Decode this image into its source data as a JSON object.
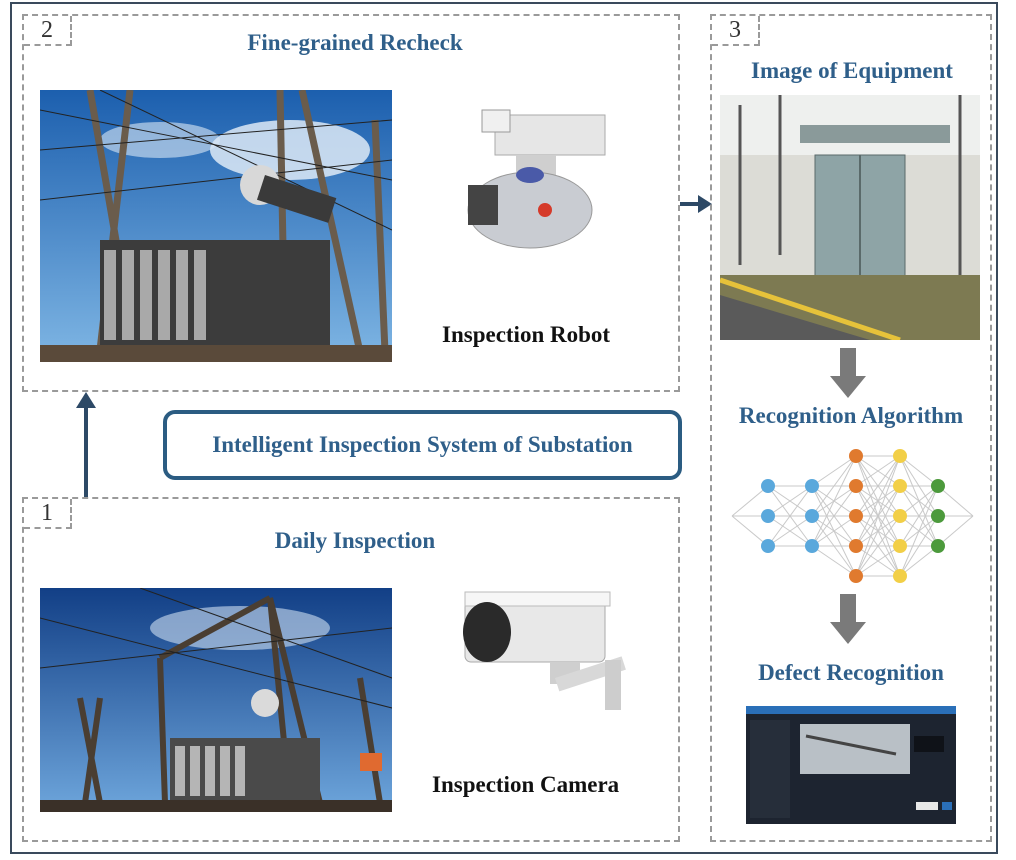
{
  "system": {
    "title": "Intelligent Inspection System of Substation"
  },
  "panel2": {
    "number": "2",
    "title": "Fine-grained Recheck",
    "robot_label": "Inspection Robot"
  },
  "panel1": {
    "number": "1",
    "title": "Daily Inspection",
    "camera_label": "Inspection Camera"
  },
  "panel3": {
    "number": "3",
    "image_title": "Image of Equipment",
    "algorithm_title": "Recognition Algorithm",
    "defect_title": "Defect Recognition"
  },
  "colors": {
    "title_blue": "#2f5f8a",
    "frame": "#3a4a5c",
    "arrow_gray": "#7a7a7a",
    "node_blue": "#5aa8dc",
    "node_orange": "#e07a2e",
    "node_yellow": "#f2cf47",
    "node_green": "#4c9a3c"
  }
}
